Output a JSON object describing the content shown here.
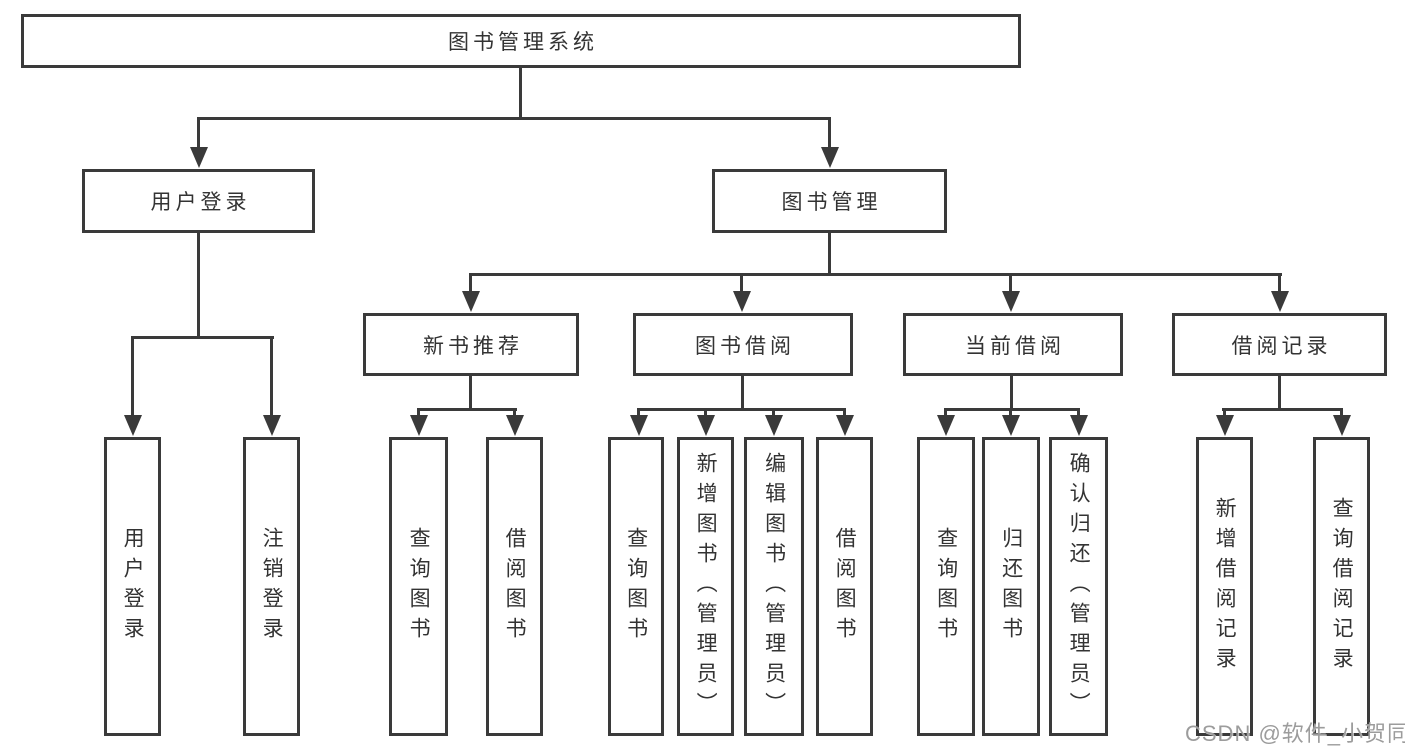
{
  "root": {
    "label": "图书管理系统"
  },
  "level1": {
    "user_login": "用户登录",
    "book_mgmt": "图书管理"
  },
  "level2": {
    "new_book_rec": "新书推荐",
    "book_borrow": "图书借阅",
    "current_borrow": "当前借阅",
    "borrow_record": "借阅记录"
  },
  "leaves": {
    "user_login": "用户登录",
    "logout": "注销登录",
    "nb_query_book": "查询图书",
    "nb_borrow_book": "借阅图书",
    "bb_query_book": "查询图书",
    "bb_add_book": "新增图书（管理员）",
    "bb_edit_book": "编辑图书（管理员）",
    "bb_borrow_book": "借阅图书",
    "cb_query_book": "查询图书",
    "cb_return_book": "归还图书",
    "cb_confirm_return": "确认归还（管理员）",
    "br_add_record": "新增借阅记录",
    "br_query_record": "查询借阅记录"
  },
  "watermark": "CSDN @软件_小贺同学",
  "colors": {
    "line": "#3a3a3a",
    "text": "#333333",
    "box_background": "#ffffff",
    "watermark": "#9c9c9c",
    "page_background": "#ffffff"
  }
}
